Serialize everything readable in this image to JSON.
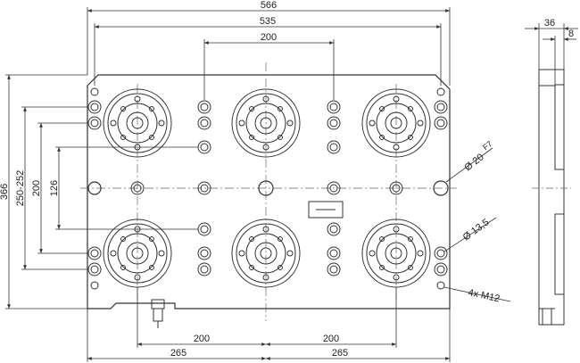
{
  "dimensions": {
    "top_566": "566",
    "top_535": "535",
    "top_200": "200",
    "side_36": "36",
    "side_8": "8",
    "left_366": "366",
    "left_250_252": "250-252",
    "left_200": "200",
    "left_126": "126",
    "bottom_200_left": "200",
    "bottom_200_right": "200",
    "bottom_265_left": "265",
    "bottom_265_right": "265"
  },
  "callouts": {
    "dia_20_prefix": "Ø 20",
    "dia_20_tol": "F7",
    "dia_13_5": "Ø 13,5",
    "thread": "4x M12"
  }
}
